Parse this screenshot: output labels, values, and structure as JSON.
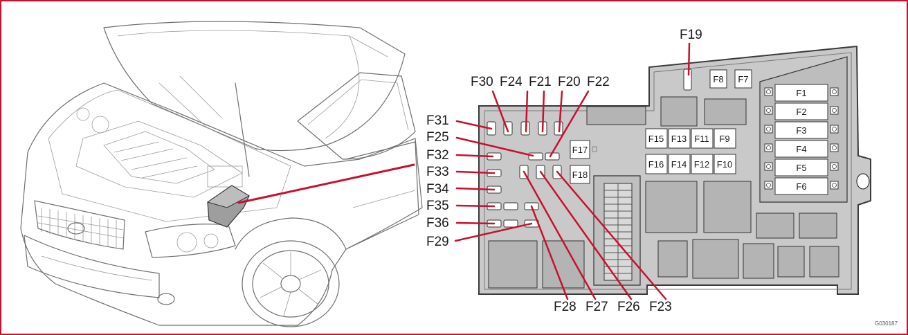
{
  "colors": {
    "frame": "#c8102e",
    "leader": "#c8102e",
    "box_fill": "#c9c9c9",
    "box_stroke": "#3a3a3a",
    "line_art": "#6e6e6e"
  },
  "callouts": {
    "f19": "F19",
    "f30": "F30",
    "f24": "F24",
    "f21": "F21",
    "f20": "F20",
    "f22": "F22",
    "f31": "F31",
    "f25": "F25",
    "f32": "F32",
    "f33": "F33",
    "f34": "F34",
    "f35": "F35",
    "f36": "F36",
    "f29": "F29",
    "f28": "F28",
    "f27": "F27",
    "f26": "F26",
    "f23": "F23"
  },
  "fuse_labels": {
    "f8": "F8",
    "f7": "F7",
    "f1": "F1",
    "f2": "F2",
    "f3": "F3",
    "f4": "F4",
    "f5": "F5",
    "f6": "F6",
    "f15": "F15",
    "f13": "F13",
    "f11": "F11",
    "f9": "F9",
    "f16": "F16",
    "f14": "F14",
    "f12": "F12",
    "f10": "F10",
    "f17": "F17",
    "f18": "F18"
  },
  "figure_code": "G030187"
}
